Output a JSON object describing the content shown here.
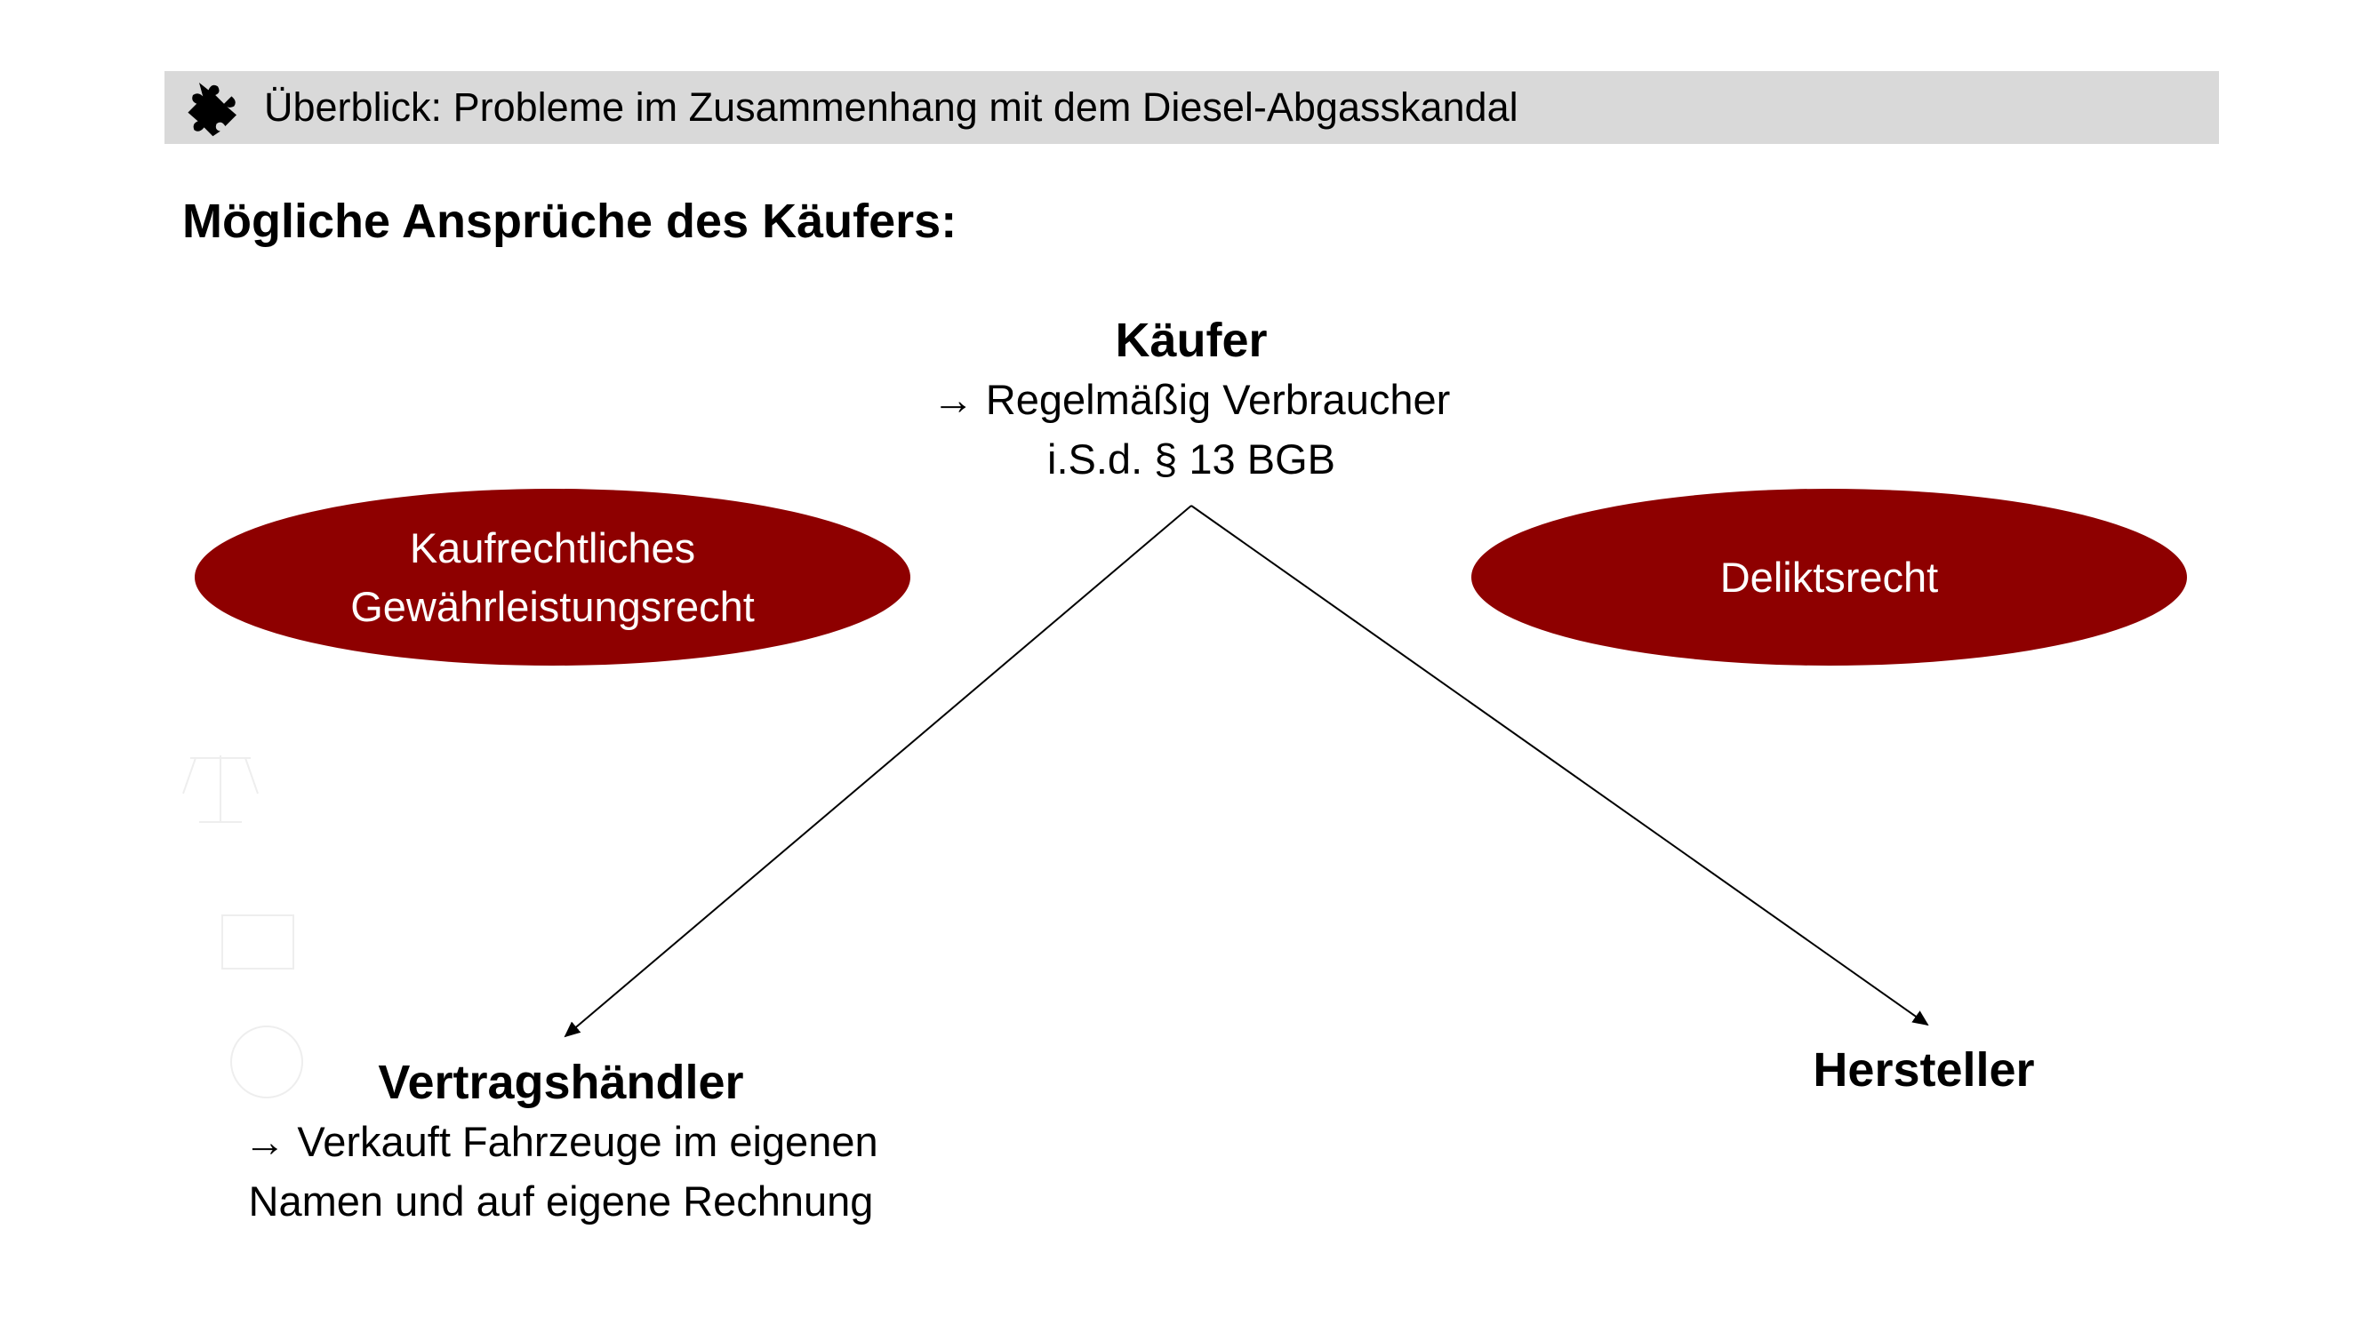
{
  "header": {
    "label": "Überblick:",
    "title": "Probleme im Zusammenhang mit dem Diesel-Abgasskandal",
    "icon": "puzzle-icon"
  },
  "heading": "Mögliche Ansprüche des Käufers:",
  "buyer": {
    "title": "Käufer",
    "line1": "→ Regelmäßig Verbraucher",
    "line2": "i.S.d. § 13 BGB"
  },
  "left_claim": {
    "line1": "Kaufrechtliches",
    "line2": "Gewährleistungsrecht"
  },
  "right_claim": {
    "label": "Deliktsrecht"
  },
  "dealer": {
    "title": "Vertragshändler",
    "line1": "→ Verkauft Fahrzeuge im eigenen",
    "line2": "Namen und auf eigene Rechnung"
  },
  "manufacturer": {
    "title": "Hersteller"
  },
  "colors": {
    "ellipse": "#8e0000",
    "header_bg": "#d9d9d9"
  }
}
